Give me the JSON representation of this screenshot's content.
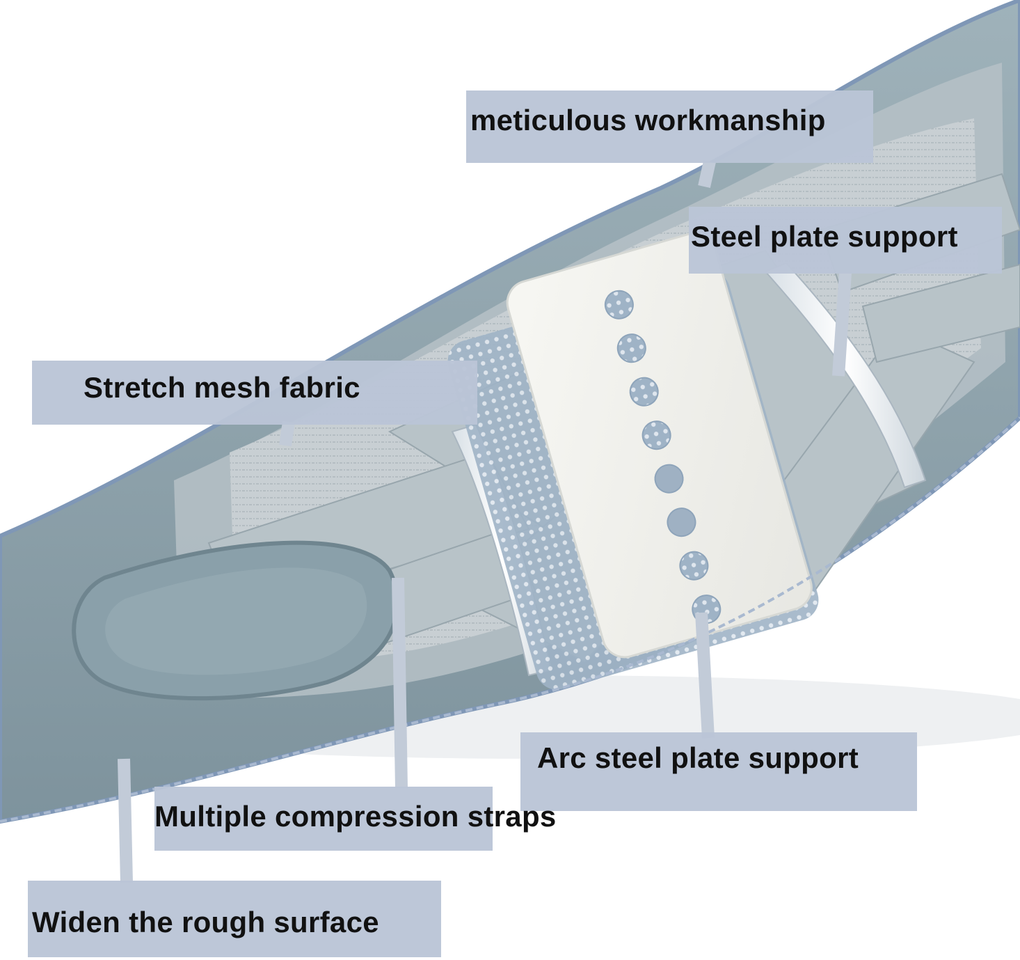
{
  "image": {
    "subject": "lumbar back support brace",
    "colors": {
      "background": "#ffffff",
      "brace_outer": "#8ea3ad",
      "brace_edge": "#7f97b6",
      "brace_mesh": "#c9d0d4",
      "straps": "#b8c3c8",
      "plate": "#f2f2ee",
      "callout_fill": "#bac5d6",
      "callout_text": "#111111"
    }
  },
  "callouts": {
    "meticulous": {
      "label": "meticulous workmanship"
    },
    "steel_plate": {
      "label": "Steel plate support"
    },
    "stretch_mesh": {
      "label": "Stretch mesh fabric"
    },
    "arc_steel": {
      "label": "Arc steel plate support"
    },
    "compression": {
      "label": "Multiple compression straps"
    },
    "widen": {
      "label": "Widen the rough surface"
    }
  }
}
